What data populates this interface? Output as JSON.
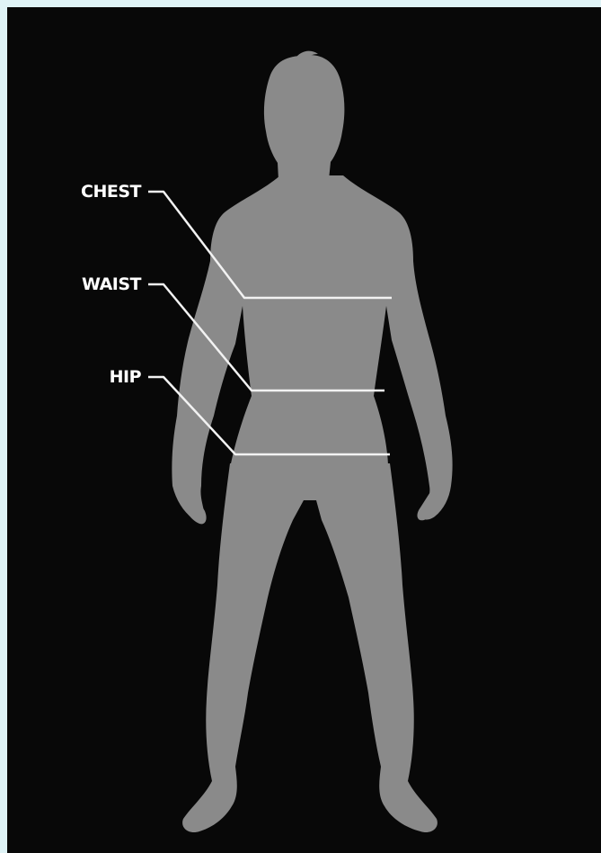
{
  "labels": {
    "chest": "CHEST",
    "waist": "WAIST",
    "hip": "HIP"
  },
  "colors": {
    "border": "#dff3f6",
    "background": "#080808",
    "silhouette": "#8a8a8a",
    "measure_line": "#f2f2f2",
    "label_text": "#ffffff"
  }
}
